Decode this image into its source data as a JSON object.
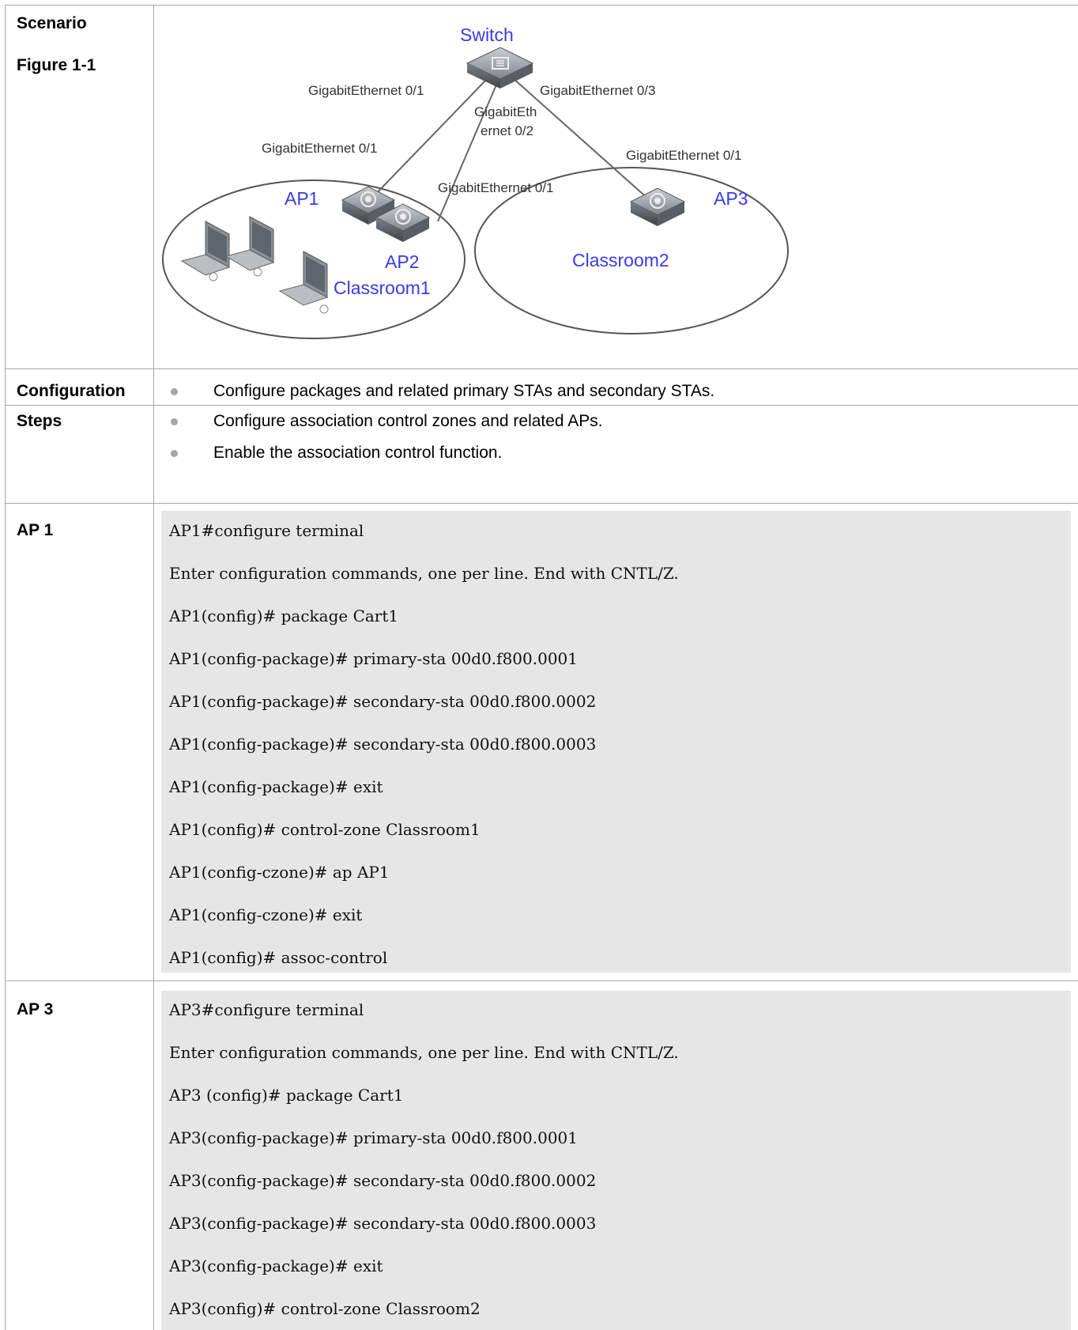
{
  "rows": {
    "scenario": {
      "label": "Scenario",
      "figure_label": "Figure 1-1"
    },
    "config_steps": {
      "label_line1": "Configuration",
      "label_line2": "Steps",
      "bullets": [
        "Configure packages and related primary STAs and secondary STAs.",
        "Configure association control zones and related APs.",
        "Enable the association control function."
      ]
    },
    "ap1": {
      "label": "AP 1",
      "lines": [
        "AP1#configure terminal",
        "Enter configuration commands, one per line. End with CNTL/Z.",
        "AP1(config)# package Cart1",
        "AP1(config-package)# primary-sta 00d0.f800.0001",
        "AP1(config-package)# secondary-sta 00d0.f800.0002",
        "AP1(config-package)# secondary-sta 00d0.f800.0003",
        "AP1(config-package)# exit",
        "AP1(config)# control-zone Classroom1",
        "AP1(config-czone)# ap AP1",
        "AP1(config-czone)# exit",
        "AP1(config)# assoc-control"
      ]
    },
    "ap3": {
      "label": "AP 3",
      "lines": [
        "AP3#configure terminal",
        "Enter configuration commands, one per line. End with CNTL/Z.",
        "AP3 (config)# package Cart1",
        "AP3(config-package)# primary-sta 00d0.f800.0001",
        "AP3(config-package)# secondary-sta 00d0.f800.0002",
        "AP3(config-package)# secondary-sta 00d0.f800.0003",
        "AP3(config-package)# exit",
        "AP3(config)# control-zone Classroom2"
      ]
    }
  },
  "diagram": {
    "switch_label": "Switch",
    "port_sw_1": "GigabitEthernet 0/1",
    "port_sw_2_line1": "GigabitEth",
    "port_sw_2_line2": "ernet 0/2",
    "port_sw_3": "GigabitEthernet 0/3",
    "port_ap1": "GigabitEthernet 0/1",
    "port_ap2": "GigabitEthernet 0/1",
    "port_ap3": "GigabitEthernet 0/1",
    "ap1_label": "AP1",
    "ap2_label": "AP2",
    "ap3_label": "AP3",
    "classroom1_label": "Classroom1",
    "classroom2_label": "Classroom2",
    "colors": {
      "device_label": "#3a3ae6",
      "port_label": "#333333"
    }
  }
}
